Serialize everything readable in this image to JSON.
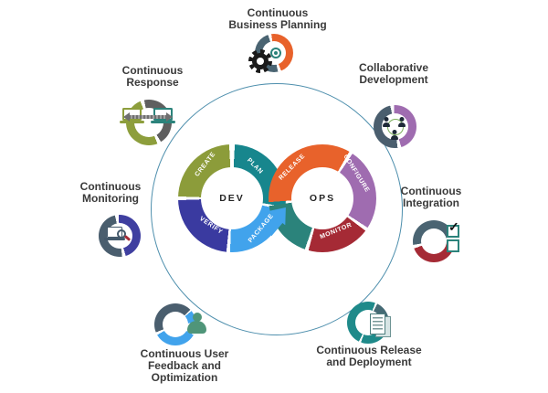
{
  "center": {
    "dev_label": "DEV",
    "ops_label": "OPS",
    "dev_segments": [
      {
        "label": "PLAN",
        "color": "#17868D"
      },
      {
        "label": "PACKAGE",
        "color": "#41A3EC"
      },
      {
        "label": "VERIFY",
        "color": "#3A3AA0"
      },
      {
        "label": "CREATE",
        "color": "#8C9C3A"
      }
    ],
    "ops_segments": [
      {
        "label": "RELEASE",
        "color": "#E8622B"
      },
      {
        "label": "CONFIGURE",
        "color": "#9F6CB0"
      },
      {
        "label": "MONITOR",
        "color": "#A52A35"
      },
      {
        "label": "",
        "color": "#2B837B"
      }
    ]
  },
  "nodes": {
    "business_planning": {
      "lines": [
        "Continuous",
        "Business Planning"
      ],
      "icon": "gears-cycle-icon"
    },
    "collaborative_development": {
      "lines": [
        "Collaborative",
        "Development"
      ],
      "icon": "team-cycle-icon"
    },
    "continuous_integration": {
      "lines": [
        "Continuous",
        "Integration"
      ],
      "icon": "checklist-cycle-icon",
      "check_glyph": "✓"
    },
    "release_deployment": {
      "lines": [
        "Continuous Release",
        "and Deployment"
      ],
      "icon": "document-cycle-icon"
    },
    "user_feedback": {
      "lines": [
        "Continuous User",
        "Feedback and",
        "Optimization"
      ],
      "icon": "user-cycle-icon"
    },
    "monitoring": {
      "lines": [
        "Continuous",
        "Monitoring"
      ],
      "icon": "laptop-search-cycle-icon"
    },
    "response": {
      "lines": [
        "Continuous",
        "Response"
      ],
      "icon": "laptops-sync-cycle-icon"
    }
  },
  "colors": {
    "orbit_circle": "#4E8FAD",
    "slate": "#4A5E6E",
    "orange": "#E8622B",
    "teal": "#17868D",
    "olive": "#8D9E3C",
    "indigo": "#3F3FA0",
    "purple": "#9F6CB0",
    "dark_red": "#A52A35",
    "light_blue": "#41A3EC",
    "dark_teal": "#2B837B",
    "person_green": "#4F9579",
    "gray": "#5F5F5F"
  }
}
